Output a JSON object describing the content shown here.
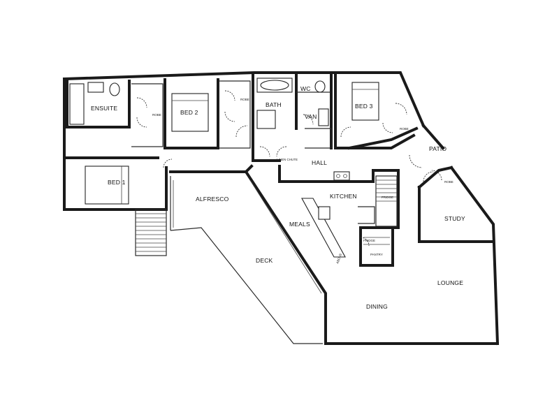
{
  "rooms": {
    "ensuite": "ENSUITE",
    "bed2": "BED 2",
    "bath": "BATH",
    "wc": "WC",
    "van": "VAN",
    "bed3": "BED 3",
    "patio": "PATIO",
    "hall": "HALL",
    "bed1": "BED 1",
    "alfresco": "ALFRESCO",
    "kitchen": "KITCHEN",
    "meals": "MEALS",
    "study": "STUDY",
    "deck": "DECK",
    "lounge": "LOUNGE",
    "dining": "DINING"
  },
  "small_labels": {
    "robe_ensuite": "ROBE",
    "robe_bed2": "ROBE",
    "robe_bed3": "ROBE",
    "robe_study": "ROBE",
    "linen_chute": "LINEN CHUTE",
    "pantry": "PANTRY",
    "fridge_a": "FRIDGE",
    "fridge_b": "FRIDGE",
    "stair_note": "ABOVE"
  }
}
